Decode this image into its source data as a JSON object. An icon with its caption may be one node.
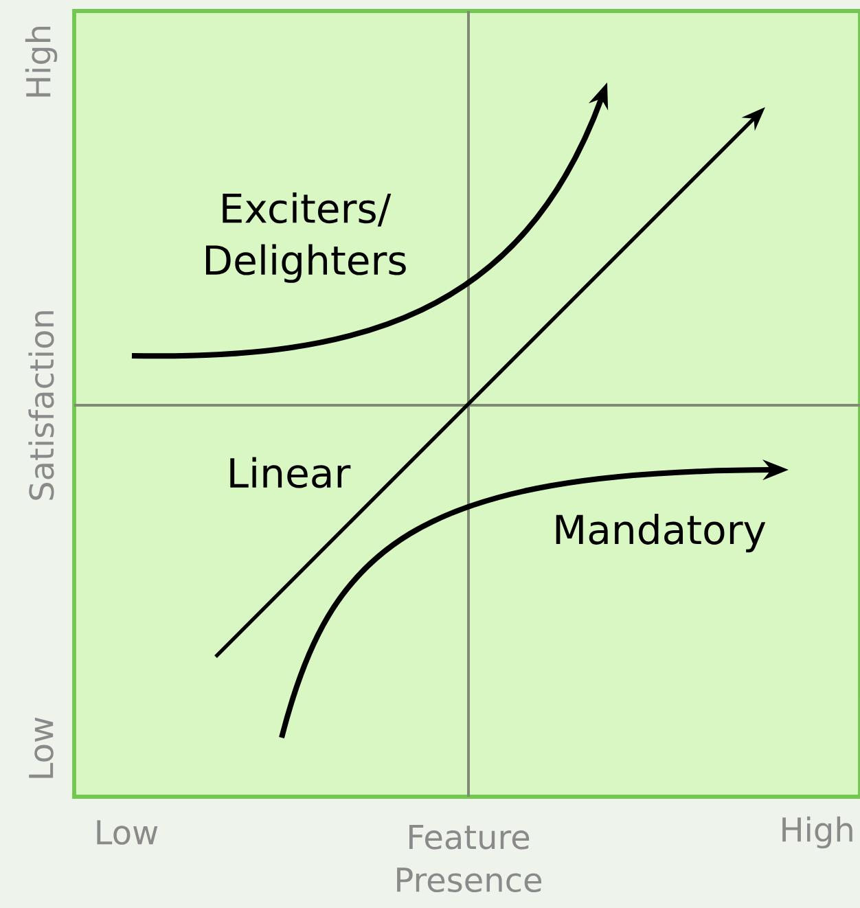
{
  "diagram": {
    "labels": [
      "High",
      "Exciters/ Delighters",
      "Satisfaction",
      "Linear",
      "Mandatory",
      "Low",
      "Low",
      "Feature Presence",
      "High"
    ]
  }
}
